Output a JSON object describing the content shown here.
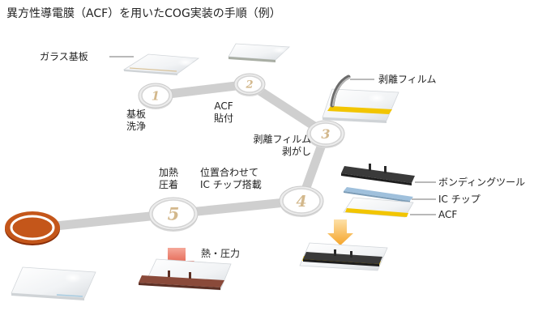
{
  "title": "異方性導電膜（ACF）を用いたCOG実装の手順（例）",
  "parts": {
    "glass": "ガラス基板",
    "film": "剥離フィルム",
    "tool": "ボンディングツール",
    "chip": "IC チップ",
    "acf": "ACF",
    "heat": "熱・圧力"
  },
  "steps": [
    {
      "num": "1",
      "line1": "基板",
      "line2": "洗浄"
    },
    {
      "num": "2",
      "line1": "ACF",
      "line2": "貼付"
    },
    {
      "num": "3",
      "line1": "剥離フィルム",
      "line2": "剥がし"
    },
    {
      "num": "4",
      "line1": "位置合わせて",
      "line2": "IC チップ搭載"
    },
    {
      "num": "5",
      "line1": "加熱",
      "line2": "圧着"
    }
  ],
  "colors": {
    "acf": "#f2c500",
    "track": "#c9c9c9",
    "start": "#c4561a",
    "heat_arrow": "#d8361f",
    "tool": "#3a3a3a"
  }
}
